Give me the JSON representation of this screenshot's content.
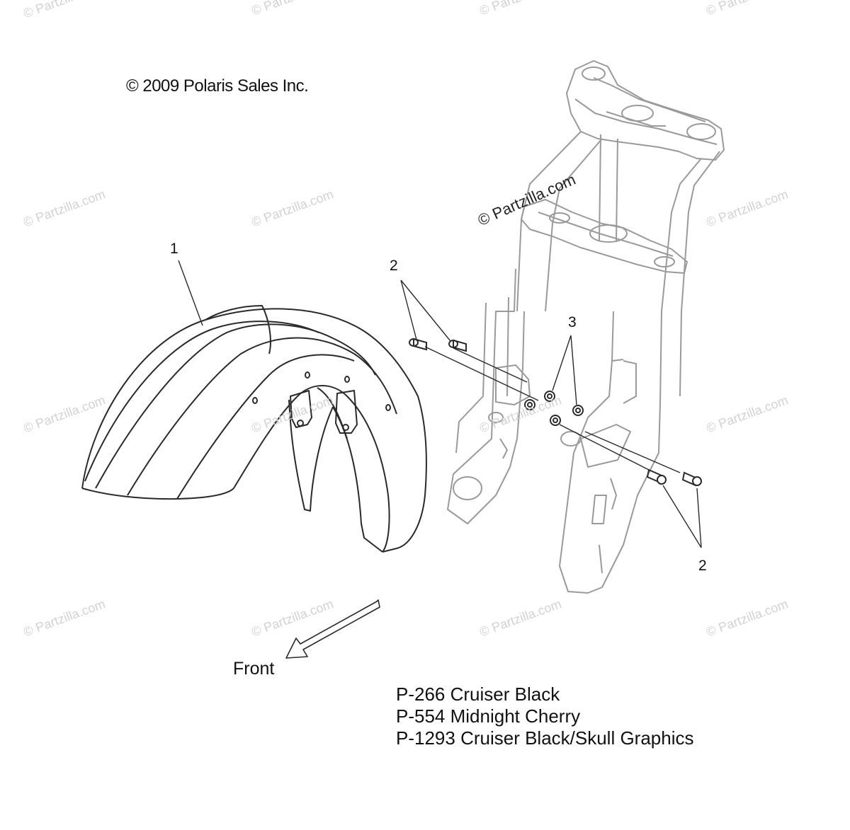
{
  "copyright": "© 2009 Polaris Sales Inc.",
  "watermark_main": "© Partzilla.com",
  "watermark_faint": "© Partzilla.com",
  "callouts": {
    "fender": "1",
    "bolts_upper": "2",
    "nuts": "3",
    "bolts_lower": "2"
  },
  "direction_label": "Front",
  "paint_codes": [
    "P-266  Cruiser Black",
    "P-554  Midnight Cherry",
    "P-1293 Cruiser Black/Skull Graphics"
  ],
  "colors": {
    "line": "#2a2a2a",
    "fork_line": "#9a9a9a",
    "watermark": "#d2d2d2"
  }
}
